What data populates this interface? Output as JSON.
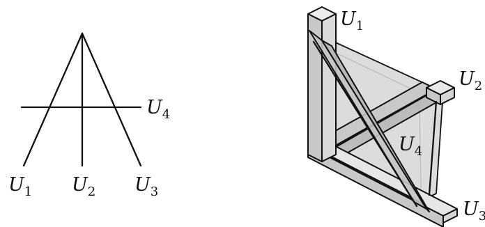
{
  "left_diagram": {
    "labels": [
      {
        "base": "U",
        "sub": "1"
      },
      {
        "base": "U",
        "sub": "2"
      },
      {
        "base": "U",
        "sub": "3"
      },
      {
        "base": "U",
        "sub": "4"
      }
    ]
  },
  "right_diagram": {
    "labels": [
      {
        "base": "U",
        "sub": "1"
      },
      {
        "base": "U",
        "sub": "2"
      },
      {
        "base": "U",
        "sub": "3"
      },
      {
        "base": "U",
        "sub": "4"
      }
    ]
  },
  "colors": {
    "ink": "#111111",
    "prism_top": "#ececec",
    "prism_front": "#c8c8c8",
    "prism_side": "#dadada",
    "sheet_fill": "#d8d8d8"
  }
}
